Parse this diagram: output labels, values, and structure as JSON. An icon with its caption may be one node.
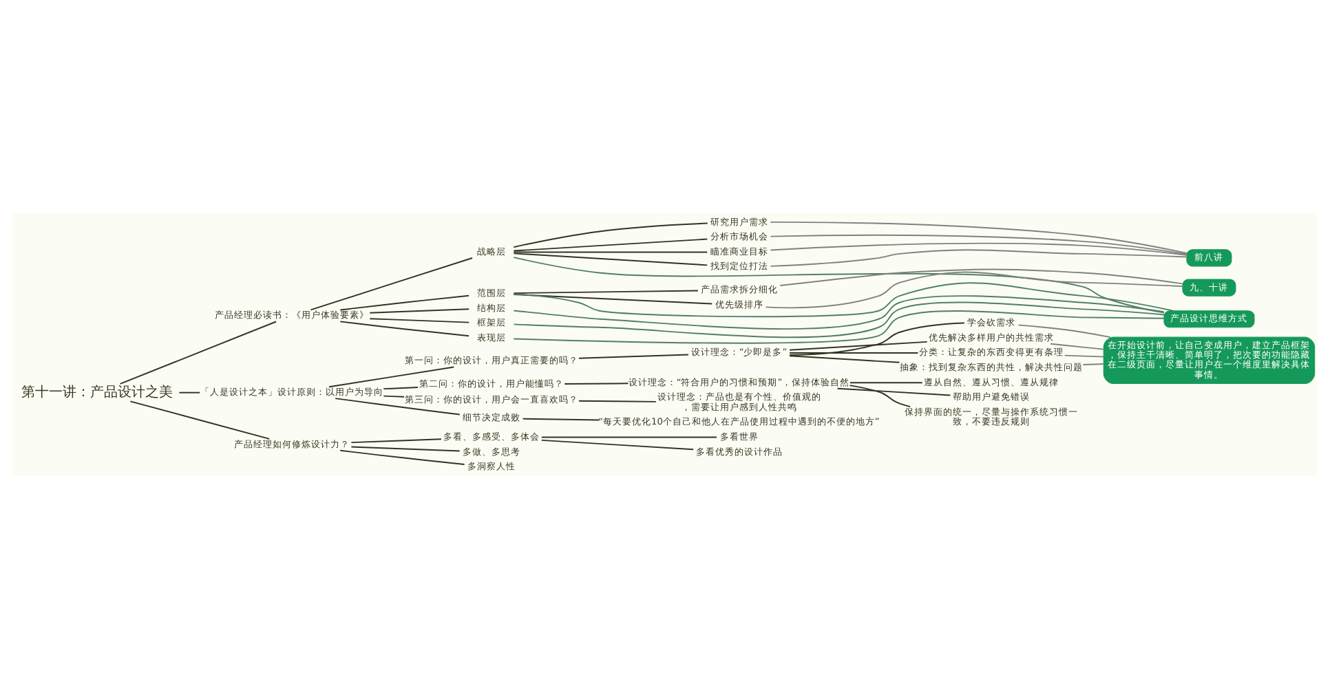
{
  "diagram": {
    "nodes": [
      {
        "text": [
          "第十一讲：产品设计之美"
        ]
      },
      {
        "text": [
          "产品经理必读书：《用户体验要素》"
        ]
      },
      {
        "text": [
          "战略层"
        ]
      },
      {
        "text": [
          "研究用户需求"
        ]
      },
      {
        "text": [
          "分析市场机会"
        ]
      },
      {
        "text": [
          "瞄准商业目标"
        ]
      },
      {
        "text": [
          "找到定位打法"
        ]
      },
      {
        "text": [
          "范围层"
        ]
      },
      {
        "text": [
          "产品需求拆分细化"
        ]
      },
      {
        "text": [
          "优先级排序"
        ]
      },
      {
        "text": [
          "结构层"
        ]
      },
      {
        "text": [
          "框架层"
        ]
      },
      {
        "text": [
          "表现层"
        ]
      },
      {
        "text": [
          "前八讲"
        ]
      },
      {
        "text": [
          "九、十讲"
        ]
      },
      {
        "text": [
          "产品设计思维方式"
        ]
      },
      {
        "text": [
          "「人是设计之本」设计原则：以用户为导向"
        ]
      },
      {
        "text": [
          "第一问：你的设计，用户真正需要的吗？"
        ]
      },
      {
        "text": [
          "设计理念：“少即是多”"
        ]
      },
      {
        "text": [
          "学会砍需求"
        ]
      },
      {
        "text": [
          "优先解决多样用户的共性需求"
        ]
      },
      {
        "text": [
          "分类：让复杂的东西变得更有条理"
        ]
      },
      {
        "text": [
          "抽象：找到复杂东西的共性，解决共性问题"
        ]
      },
      {
        "text": [
          "在开始设计前，让自己变成用户，建立产品框架，保持主干清晰、简单明了，把次要的功能隐藏在二级页面，尽量让用户在一个维度里解决具体事情。"
        ]
      },
      {
        "text": [
          "第二问：你的设计，用户能懂吗？"
        ]
      },
      {
        "text": [
          "设计理念：“符合用户的习惯和预期”，保持体验自然"
        ]
      },
      {
        "text": [
          "遵从自然、遵从习惯、遵从规律"
        ]
      },
      {
        "text": [
          "帮助用户避免错误"
        ]
      },
      {
        "text": [
          "保持界面的统一，尽量与操作系统习惯一致，不要违反规则"
        ]
      },
      {
        "text": [
          "第三问：你的设计，用户会一直喜欢吗？"
        ]
      },
      {
        "text": [
          "设计理念：产品也是有个性、价值观的，需要让用户感到人性共鸣"
        ]
      },
      {
        "text": [
          "细节决定成败"
        ]
      },
      {
        "text": [
          "“每天要优化10个自己和他人在产品使用过程中遇到的不便的地方”"
        ]
      },
      {
        "text": [
          "产品经理如何修炼设计力？"
        ]
      },
      {
        "text": [
          "多看、多感受、多体会"
        ]
      },
      {
        "text": [
          "多看世界"
        ]
      },
      {
        "text": [
          "多看优秀的设计作品"
        ]
      },
      {
        "text": [
          "多做、多思考"
        ]
      },
      {
        "text": [
          "多洞察人性"
        ]
      }
    ],
    "edges": [
      {
        "from": 0,
        "to": 1,
        "arrow": "none"
      },
      {
        "from": 1,
        "to": 2,
        "arrow": "none"
      },
      {
        "from": 2,
        "to": 3,
        "arrow": "none"
      },
      {
        "from": 2,
        "to": 4,
        "arrow": "none"
      },
      {
        "from": 2,
        "to": 5,
        "arrow": "none"
      },
      {
        "from": 2,
        "to": 6,
        "arrow": "none"
      },
      {
        "from": 1,
        "to": 7,
        "arrow": "none"
      },
      {
        "from": 7,
        "to": 8,
        "arrow": "none"
      },
      {
        "from": 7,
        "to": 9,
        "arrow": "none"
      },
      {
        "from": 1,
        "to": 10,
        "arrow": "none"
      },
      {
        "from": 1,
        "to": 11,
        "arrow": "none"
      },
      {
        "from": 1,
        "to": 12,
        "arrow": "none"
      },
      {
        "from": 3,
        "to": 13,
        "arrow": "none",
        "color": "#808080"
      },
      {
        "from": 4,
        "to": 13,
        "arrow": "none",
        "color": "#808080"
      },
      {
        "from": 5,
        "to": 13,
        "arrow": "none",
        "color": "#808080"
      },
      {
        "from": 6,
        "to": 13,
        "arrow": "none",
        "color": "#808080"
      },
      {
        "from": 8,
        "to": 14,
        "arrow": "none",
        "color": "#808080"
      },
      {
        "from": 9,
        "to": 14,
        "arrow": "none",
        "color": "#808080"
      },
      {
        "from": 2,
        "to": 15,
        "arrow": "none",
        "color": "#4f7f66"
      },
      {
        "from": 7,
        "to": 15,
        "arrow": "none",
        "color": "#4f7f66"
      },
      {
        "from": 10,
        "to": 15,
        "arrow": "none",
        "color": "#4f7f66"
      },
      {
        "from": 11,
        "to": 15,
        "arrow": "none",
        "color": "#4f7f66"
      },
      {
        "from": 12,
        "to": 15,
        "arrow": "none",
        "color": "#4f7f66"
      },
      {
        "from": 0,
        "to": 16,
        "arrow": "none"
      },
      {
        "from": 16,
        "to": 17,
        "arrow": "none"
      },
      {
        "from": 17,
        "to": 18,
        "arrow": "none"
      },
      {
        "from": 18,
        "to": 19,
        "arrow": "none"
      },
      {
        "from": 18,
        "to": 20,
        "arrow": "none"
      },
      {
        "from": 18,
        "to": 21,
        "arrow": "none"
      },
      {
        "from": 18,
        "to": 22,
        "arrow": "none"
      },
      {
        "from": 19,
        "to": 23,
        "arrow": "none",
        "color": "#808080"
      },
      {
        "from": 20,
        "to": 23,
        "arrow": "none",
        "color": "#808080"
      },
      {
        "from": 21,
        "to": 23,
        "arrow": "none",
        "color": "#808080"
      },
      {
        "from": 22,
        "to": 23,
        "arrow": "none",
        "color": "#808080"
      },
      {
        "from": 16,
        "to": 24,
        "arrow": "none"
      },
      {
        "from": 24,
        "to": 25,
        "arrow": "none"
      },
      {
        "from": 25,
        "to": 26,
        "arrow": "none"
      },
      {
        "from": 25,
        "to": 27,
        "arrow": "none"
      },
      {
        "from": 25,
        "to": 28,
        "arrow": "none"
      },
      {
        "from": 16,
        "to": 29,
        "arrow": "none"
      },
      {
        "from": 29,
        "to": 30,
        "arrow": "none"
      },
      {
        "from": 16,
        "to": 31,
        "arrow": "none"
      },
      {
        "from": 31,
        "to": 32,
        "arrow": "none"
      },
      {
        "from": 0,
        "to": 33,
        "arrow": "none"
      },
      {
        "from": 33,
        "to": 34,
        "arrow": "none"
      },
      {
        "from": 34,
        "to": 35,
        "arrow": "none"
      },
      {
        "from": 34,
        "to": 36,
        "arrow": "none"
      },
      {
        "from": 33,
        "to": 37,
        "arrow": "none"
      },
      {
        "from": 33,
        "to": 38,
        "arrow": "none"
      }
    ]
  }
}
